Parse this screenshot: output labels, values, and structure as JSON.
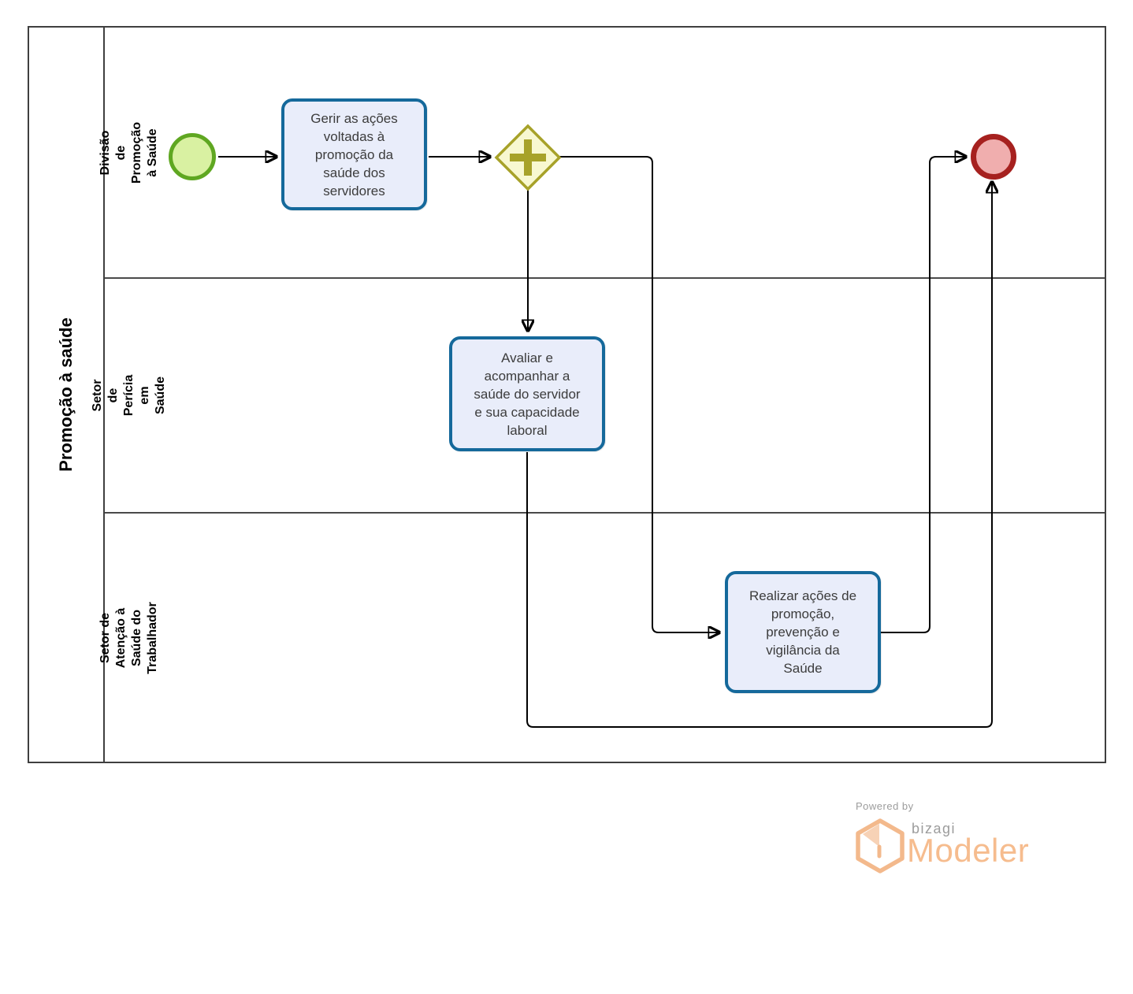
{
  "pool": {
    "title": "Promoção à saúde",
    "lanes": [
      {
        "label": "Divisão de Promoção à Saúde"
      },
      {
        "label": "Setor de Perícia em Saúde"
      },
      {
        "label": "Setor de Atenção à Saúde do\nTrabalhador"
      }
    ]
  },
  "nodes": {
    "start_event": {
      "type": "start-event"
    },
    "task_gerir": {
      "label": "Gerir as ações\nvoltadas à\npromoção da\nsaúde dos\nservidores"
    },
    "gateway": {
      "type": "parallel-gateway",
      "icon": "plus-icon"
    },
    "task_avaliar": {
      "label": "Avaliar e\nacompanhar a\nsaúde do servidor\ne sua capacidade\nlaboral"
    },
    "task_realizar": {
      "label": "Realizar ações de\npromoção,\nprevenção e\nvigilância da\nSaúde"
    },
    "end_event": {
      "type": "end-event"
    }
  },
  "footer": {
    "powered_by": "Powered by",
    "brand": "bizagi",
    "product": "Modeler"
  },
  "colors": {
    "pool_border": "#3f3f3f",
    "lane_border": "#4a4a4a",
    "flow": "#000000",
    "task_fill": "#e9edfa",
    "task_border": "#15699b",
    "start_fill": "#d9f1a2",
    "start_border": "#5fa721",
    "end_fill": "#f0aeae",
    "end_border": "#a6211f",
    "gateway_fill": "#f8f8d0",
    "gateway_border": "#a7a229",
    "brand_orange": "#f6bc8e",
    "brand_gray": "#9c9c9c"
  }
}
